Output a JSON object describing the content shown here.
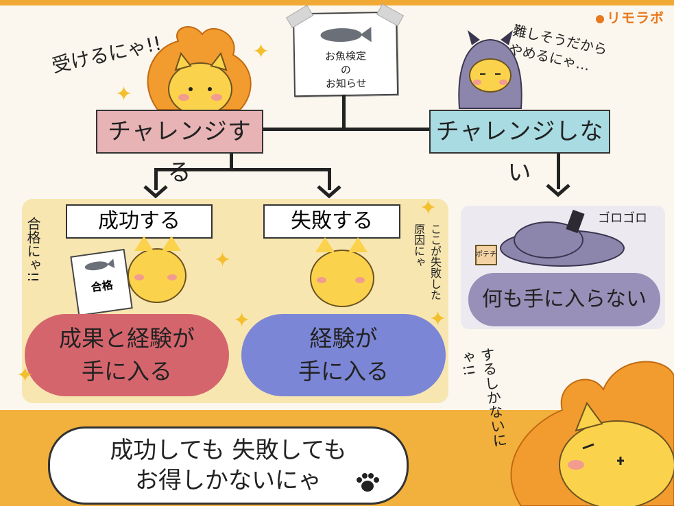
{
  "brand": {
    "name": "リモラボ"
  },
  "notice": {
    "text": "お魚検定\nの\nお知らせ"
  },
  "top_left_exclaim": "受けるにゃ!!",
  "top_right_remark": "難しそうだから\nやめるにゃ…",
  "branches": {
    "challenge": "チャレンジする",
    "no_challenge": "チャレンジしない"
  },
  "outcomes": {
    "success": {
      "label": "成功する",
      "side_note": "合格にゃ!!",
      "paper_text": "合格",
      "result": "成果と経験が\n手に入る"
    },
    "failure": {
      "label": "失敗する",
      "side_note": "ここが失敗した原因にゃ",
      "result": "経験が\n手に入る"
    },
    "nothing": {
      "sound": "ゴロゴロ",
      "snack_label": "ポテチ",
      "result": "何も手に入らない"
    }
  },
  "bottom": {
    "speech": "成功しても 失敗しても\nお得しかないにゃ",
    "side_note": "するしかないにゃ!!"
  },
  "colors": {
    "challenge_box": "#e7b3b5",
    "no_challenge_box": "#a9dbe2",
    "success_cloud": "#d5656d",
    "failure_cloud": "#7c86d6",
    "nothing_cloud": "#9890b8",
    "accent": "#f2b13c"
  }
}
